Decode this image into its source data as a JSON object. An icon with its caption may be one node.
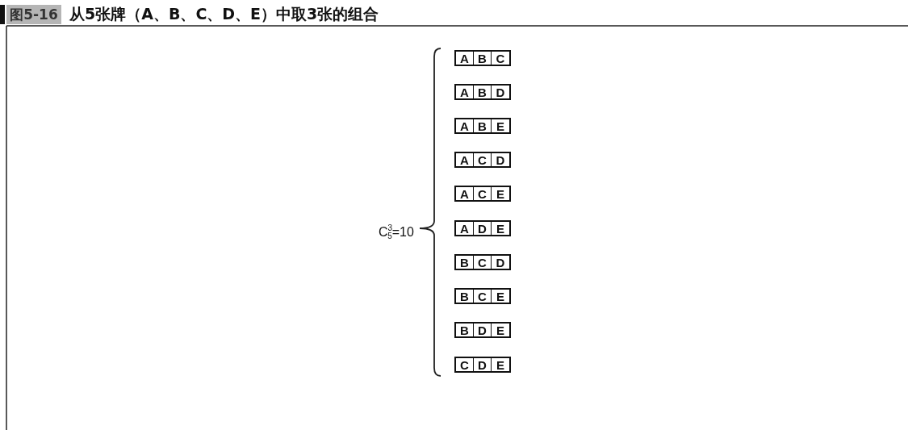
{
  "diagram": {
    "title": "从5张牌（A、B、C、D、E）中取3张的组合",
    "nodes": [
      {
        "text": [],
        "shape": "box"
      },
      {
        "text": [
          "A"
        ],
        "in": 0
      },
      {
        "text": [
          "B"
        ],
        "in": 0
      },
      {
        "text": [
          "C"
        ],
        "in": 0
      },
      {
        "text": [],
        "shape": "box"
      },
      {
        "text": [
          "A"
        ],
        "in": 4
      },
      {
        "text": [
          "B"
        ],
        "in": 4
      },
      {
        "text": [
          "D"
        ],
        "in": 4
      },
      {
        "text": [],
        "shape": "box"
      },
      {
        "text": [
          "A"
        ],
        "in": 8
      },
      {
        "text": [
          "B"
        ],
        "in": 8
      },
      {
        "text": [
          "E"
        ],
        "in": 8
      },
      {
        "text": [],
        "shape": "box"
      },
      {
        "text": [
          "A"
        ],
        "in": 12
      },
      {
        "text": [
          "C"
        ],
        "in": 12
      },
      {
        "text": [
          "D"
        ],
        "in": 12
      },
      {
        "text": [],
        "shape": "box"
      },
      {
        "text": [
          "A"
        ],
        "in": 16
      },
      {
        "text": [
          "C"
        ],
        "in": 16
      },
      {
        "text": [
          "E"
        ],
        "in": 16
      },
      {
        "text": [],
        "shape": "box"
      },
      {
        "text": [
          "A"
        ],
        "in": 20
      },
      {
        "text": [
          "D"
        ],
        "in": 20
      },
      {
        "text": [
          "E"
        ],
        "in": 20
      },
      {
        "text": [],
        "shape": "box"
      },
      {
        "text": [
          "B"
        ],
        "in": 24
      },
      {
        "text": [
          "C"
        ],
        "in": 24
      },
      {
        "text": [
          "D"
        ],
        "in": 24
      },
      {
        "text": [],
        "shape": "box"
      },
      {
        "text": [
          "B"
        ],
        "in": 28
      },
      {
        "text": [
          "C"
        ],
        "in": 28
      },
      {
        "text": [
          "E"
        ],
        "in": 28
      },
      {
        "text": [],
        "shape": "box"
      },
      {
        "text": [
          "B"
        ],
        "in": 32
      },
      {
        "text": [
          "D"
        ],
        "in": 32
      },
      {
        "text": [
          "E"
        ],
        "in": 32
      },
      {
        "text": [],
        "shape": "box"
      },
      {
        "text": [
          "C"
        ],
        "in": 36
      },
      {
        "text": [
          "D"
        ],
        "in": 36
      },
      {
        "text": [
          "E"
        ],
        "in": 36
      }
    ],
    "labels": [
      "图5-16",
      "C$^{3}$$_{5}$=10"
    ]
  }
}
